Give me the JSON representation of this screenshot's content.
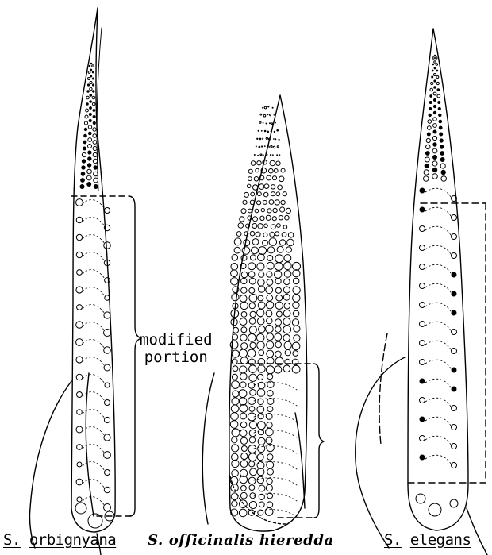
{
  "figure": {
    "captions": {
      "left": {
        "genus": "S.",
        "species": "orbignyana"
      },
      "middle": "S. officinalis hieredda",
      "right": {
        "genus": "S.",
        "species": "elegans"
      }
    },
    "annotation": {
      "line1": "modified",
      "line2": "portion"
    }
  },
  "colors": {
    "ink": "#000000",
    "background": "#ffffff"
  }
}
